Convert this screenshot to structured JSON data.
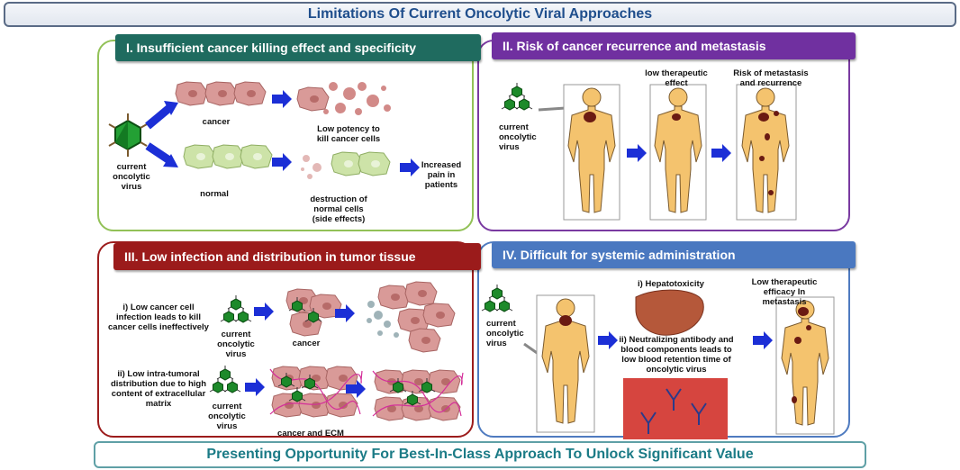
{
  "title": "Limitations Of Current Oncolytic Viral Approaches",
  "footer": "Presenting Opportunity  For Best-In-Class Approach To Unlock Significant Value",
  "panel1": {
    "heading": "I. Insufficient cancer killing effect and specificity",
    "virus": "current oncolytic virus",
    "cancer": "cancer",
    "normal": "normal",
    "low_potency": "Low potency  to kill cancer cells",
    "destruction": "destruction  of normal cells (side effects)",
    "pain": "Increased pain in patients"
  },
  "panel2": {
    "heading": "II. Risk of cancer recurrence and metastasis",
    "virus": "current oncolytic virus",
    "low_effect": "low therapeutic effect",
    "risk": "Risk of metastasis and recurrence"
  },
  "panel3": {
    "heading": "III. Low infection and distribution in tumor tissue",
    "item1": "i) Low cancer cell infection leads to kill cancer cells ineffectively",
    "item2": "ii) Low intra-tumoral distribution due to high content  of extracellular matrix",
    "virus1": "current oncolytic virus",
    "virus2": "current oncolytic virus",
    "cancer": "cancer",
    "cancer_ecm": "cancer and  ECM"
  },
  "panel4": {
    "heading": "IV. Difficult for systemic administration",
    "virus": "current oncolytic virus",
    "hepatotoxicity": "i) Hepatotoxicity",
    "neutralizing": "ii) Neutralizing antibody and blood components  leads to low blood retention time of oncolytic virus",
    "low_efficacy": "Low therapeutic  efficacy In metastasis"
  },
  "colors": {
    "virus": "#1d8a2a",
    "arrow": "#1c2fd6",
    "skin": "#f4c36e",
    "cancer_cell": "#d99a98",
    "normal_cell": "#cde3a8"
  }
}
